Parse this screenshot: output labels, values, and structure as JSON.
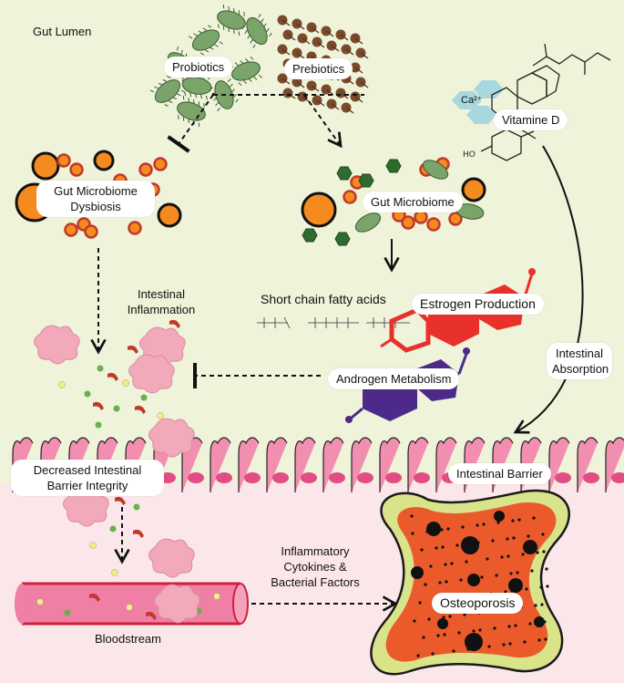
{
  "regions": {
    "lumen_label": "Gut Lumen",
    "barrier_label": "Intestinal Barrier"
  },
  "nodes": {
    "probiotics": "Probiotics",
    "prebiotics": "Prebiotics",
    "vitamin_d": "Vitamine D",
    "calcium": "Ca²⁺",
    "dysbiosis": "Gut Microbiome Dysbiosis",
    "microbiome": "Gut Microbiome",
    "scfa": "Short chain fatty acids",
    "estrogen": "Estrogen Production",
    "androgen": "Androgen Metabolism",
    "barrier_integrity": "Decreased Intestinal Barrier Integrity",
    "bloodstream": "Bloodstream",
    "osteoporosis": "Osteoporosis"
  },
  "edges": {
    "inflammation": "Intestinal Inflammation",
    "absorption": "Intestinal Absorption",
    "cytokines": "Inflammatory Cytokines & Bacterial Factors"
  },
  "colors": {
    "lumen_bg": "#eef3da",
    "blood_bg": "#fbe7ea",
    "epithelium": "#f28fb0",
    "nucleus": "#e24d86",
    "blood_vessel": "#f07fa5",
    "bone_outer": "#d9e38a",
    "bone_inner": "#ea5a2b",
    "bacteria": "#7aa46a",
    "prebiotic": "#7a4a2c",
    "estrogen": "#e8312a",
    "androgen": "#4b2a8a",
    "calcium": "#a8d8de"
  }
}
